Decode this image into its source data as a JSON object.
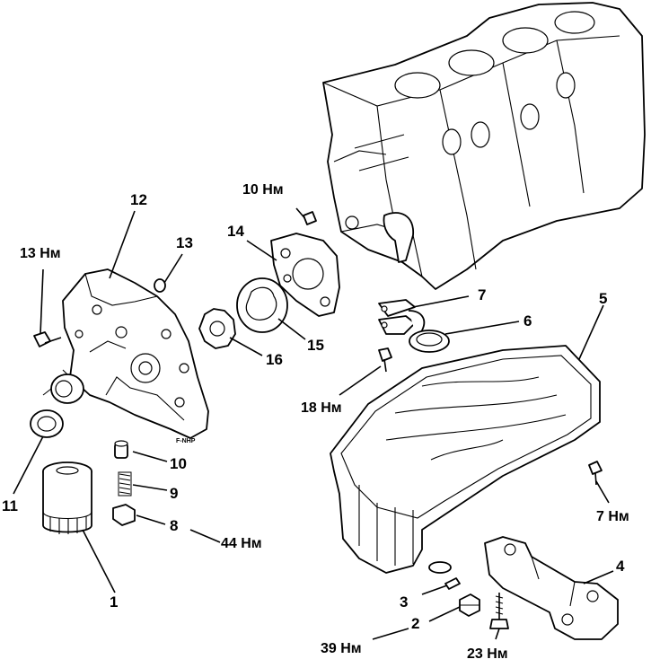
{
  "callouts": {
    "n1": "1",
    "n2": "2",
    "n3": "3",
    "n4": "4",
    "n5": "5",
    "n6": "6",
    "n7": "7",
    "n8": "8",
    "n9": "9",
    "n10": "10",
    "n11": "11",
    "n12": "12",
    "n13": "13",
    "n14": "14",
    "n15": "15",
    "n16": "16"
  },
  "torques": {
    "t_bolt_pump": "13 Нм",
    "t_bolt_top": "10 Нм",
    "t_relief_plug": "44 Нм",
    "t_pickup_bolt": "18 Нм",
    "t_pan_bolt": "7 Нм",
    "t_drain_plug": "39 Нм",
    "t_bracket_bolt": "23 Нм"
  },
  "stamp": "F-NHP"
}
